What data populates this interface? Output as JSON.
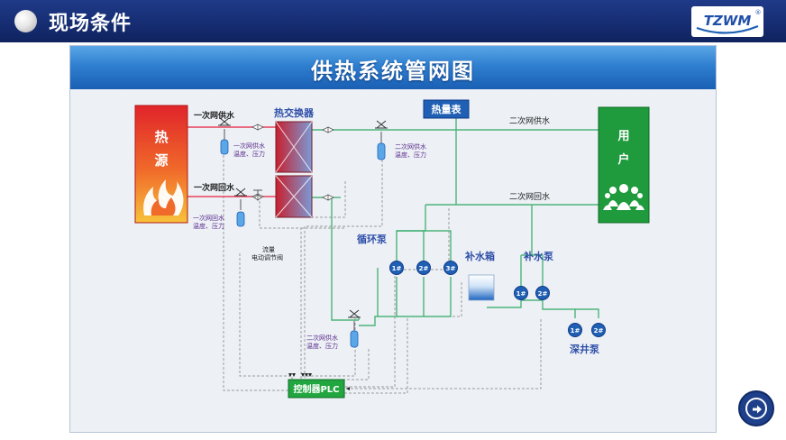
{
  "header": {
    "title": "现场条件",
    "logo_text": "TZWM",
    "logo_mark": "®"
  },
  "diagram": {
    "title": "供热系统管网图",
    "heat_source": {
      "line1": "热",
      "line2": "源"
    },
    "heat_exchanger": "热交换器",
    "heat_meter": "热量表",
    "user": {
      "line1": "用",
      "line2": "户"
    },
    "primary_supply": "一次网供水",
    "primary_return": "一次网回水",
    "primary_supply_sensor": {
      "line1": "一次网供水",
      "line2": "温度、压力"
    },
    "primary_return_sensor": {
      "line1": "一次网回水",
      "line2": "温度、压力"
    },
    "secondary_supply_sensor_top": {
      "line1": "二次网供水",
      "line2": "温度、压力"
    },
    "secondary_supply": "二次网供水",
    "secondary_return": "二次网回水",
    "flow_valve": {
      "line1": "流量",
      "line2": "电动调节阀"
    },
    "circulation_pump": "循环泵",
    "makeup_tank": "补水箱",
    "makeup_pump": "补水泵",
    "deep_well_pump": "深井泵",
    "secondary_supply_sensor_bottom": {
      "line1": "二次网供水",
      "line2": "温度、压力"
    },
    "plc": "控制器PLC",
    "circ_pumps": [
      "1#",
      "2#",
      "3#"
    ],
    "makeup_pumps": [
      "1#",
      "2#"
    ],
    "well_pumps": [
      "1#",
      "2#"
    ]
  },
  "colors": {
    "header_bg": "#152c70",
    "banner": "#2f7fd0",
    "primary_line": "#e8405a",
    "secondary_line": "#4cb47a",
    "signal_line": "#9a9a9a",
    "user_box": "#1f9a3c",
    "plc_box": "#22a640",
    "pump_fill": "#1f5fb4",
    "label_purple": "#5a2d8c"
  },
  "icons": {
    "bullet": "sphere-bullet-icon",
    "next": "arrow-right-circle-icon",
    "flame": "flame-icon",
    "users": "users-icon"
  }
}
